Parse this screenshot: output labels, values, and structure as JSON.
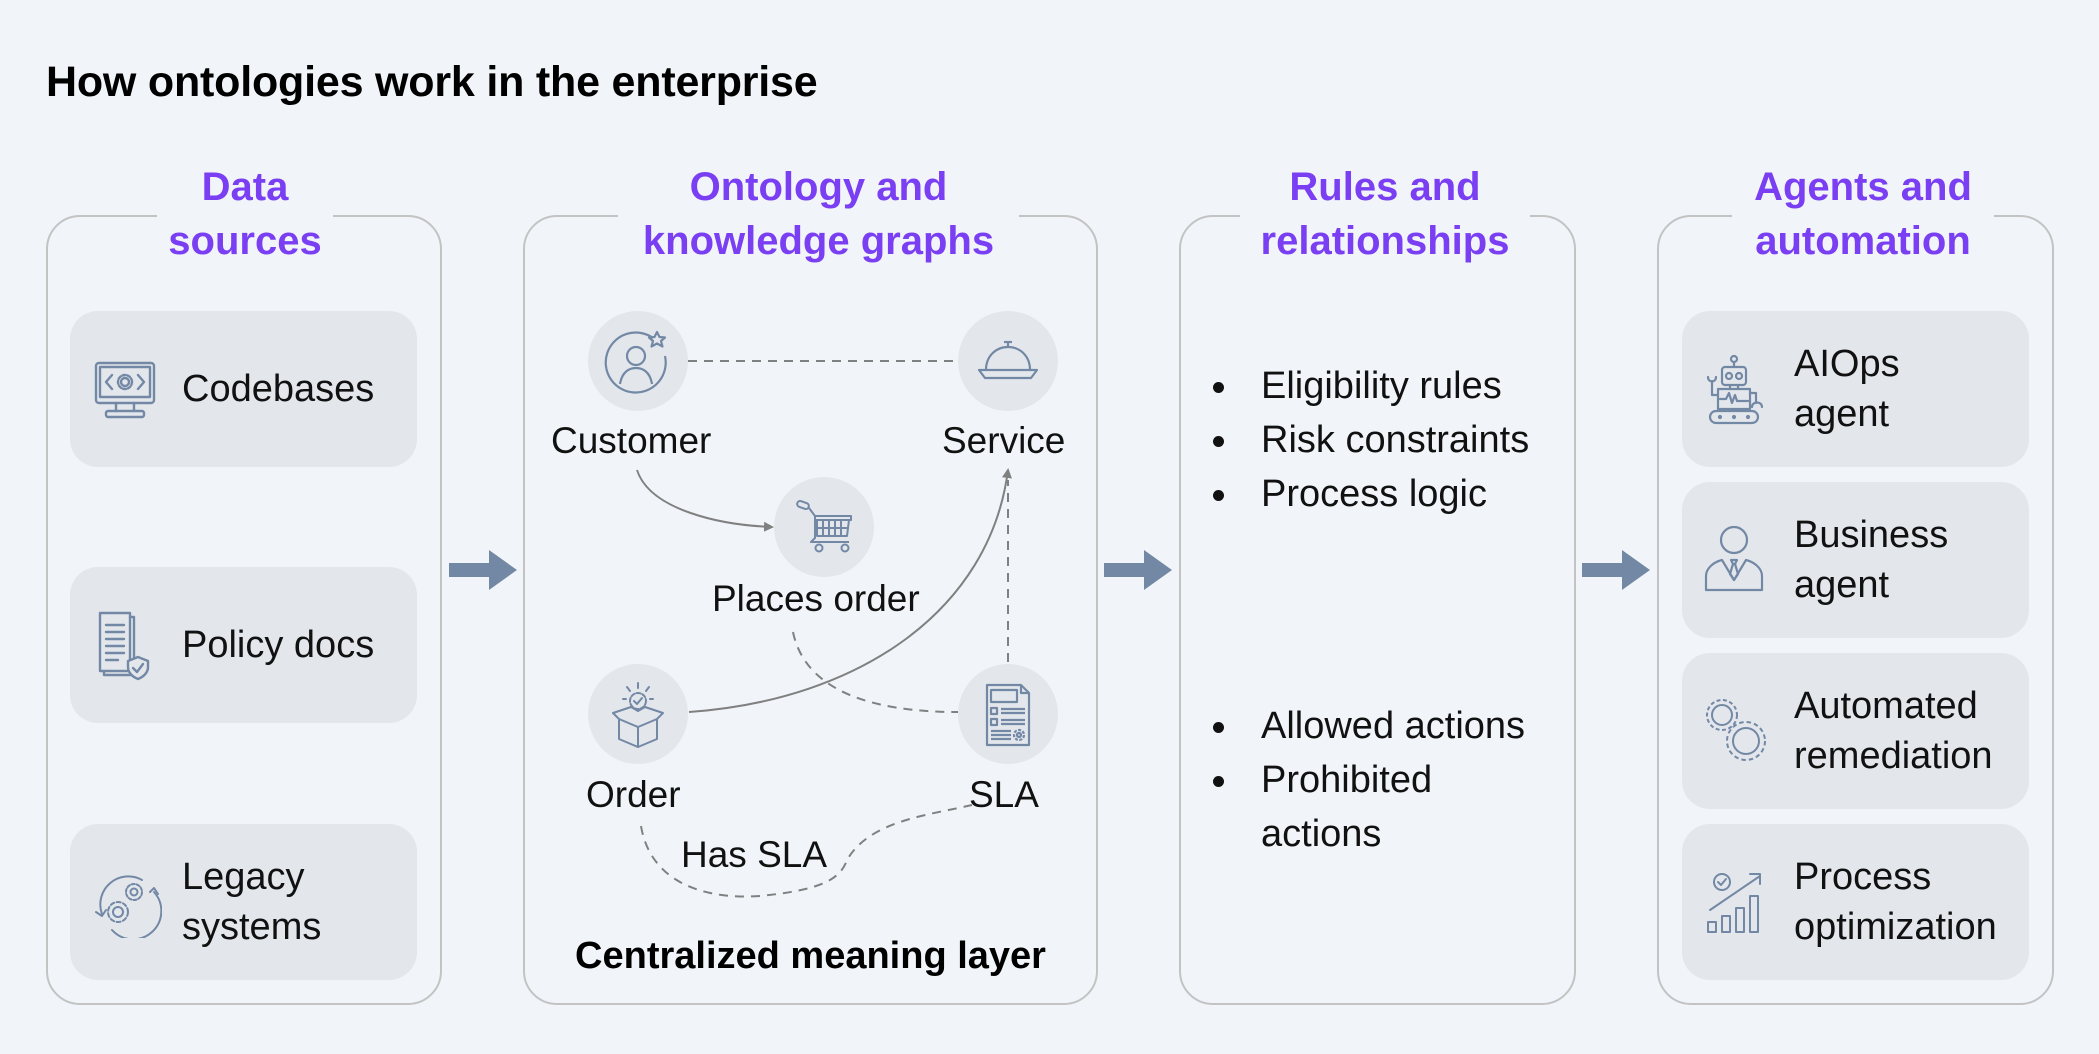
{
  "title": "How ontologies work in the enterprise",
  "colors": {
    "accent": "#7a3ff2",
    "icon": "#7388a5",
    "card": "#e3e7ec",
    "border": "#c3c3c3",
    "background": "#f1f5f9",
    "edge": "#808080"
  },
  "columns": {
    "data_sources": {
      "title_line1": "Data",
      "title_line2": "sources",
      "items": [
        {
          "label": "Codebases",
          "icon": "monitor-code-icon"
        },
        {
          "label": "Policy docs",
          "icon": "document-shield-icon"
        },
        {
          "label_line1": "Legacy",
          "label_line2": "systems",
          "icon": "gears-cycle-icon"
        }
      ]
    },
    "ontology": {
      "title_line1": "Ontology and",
      "title_line2": "knowledge graphs",
      "nodes": [
        {
          "label": "Customer",
          "icon": "customer-star-icon"
        },
        {
          "label": "Service",
          "icon": "service-cloche-icon"
        },
        {
          "label": "Places order",
          "icon": "shopping-cart-icon"
        },
        {
          "label": "Order",
          "icon": "order-box-icon"
        },
        {
          "label": "SLA",
          "icon": "sla-document-icon"
        }
      ],
      "edges": [
        {
          "from": "Customer",
          "to": "Service",
          "style": "dashed"
        },
        {
          "from": "Customer",
          "to": "Places order",
          "style": "solid-arrow"
        },
        {
          "from": "Order",
          "to": "Service",
          "style": "solid-arrow"
        },
        {
          "from": "SLA",
          "to": "Service",
          "style": "dashed-arrow"
        },
        {
          "from": "Places order",
          "to": "SLA",
          "style": "dashed"
        },
        {
          "from": "Order",
          "to": "SLA",
          "style": "dashed",
          "label": "Has SLA"
        }
      ],
      "edge_label": "Has SLA",
      "footer": "Centralized meaning layer"
    },
    "rules": {
      "title_line1": "Rules and",
      "title_line2": "relationships",
      "group1": [
        "Eligibility rules",
        "Risk constraints",
        "Process logic"
      ],
      "group2": [
        "Allowed actions",
        "Prohibited",
        "actions"
      ]
    },
    "agents": {
      "title_line1": "Agents and",
      "title_line2": "automation",
      "items": [
        {
          "label_line1": "AIOps",
          "label_line2": "agent",
          "icon": "robot-icon"
        },
        {
          "label_line1": "Business",
          "label_line2": "agent",
          "icon": "business-person-icon"
        },
        {
          "label_line1": "Automated",
          "label_line2": "remediation",
          "icon": "gears-icon"
        },
        {
          "label_line1": "Process",
          "label_line2": "optimization",
          "icon": "growth-chart-icon"
        }
      ]
    }
  }
}
